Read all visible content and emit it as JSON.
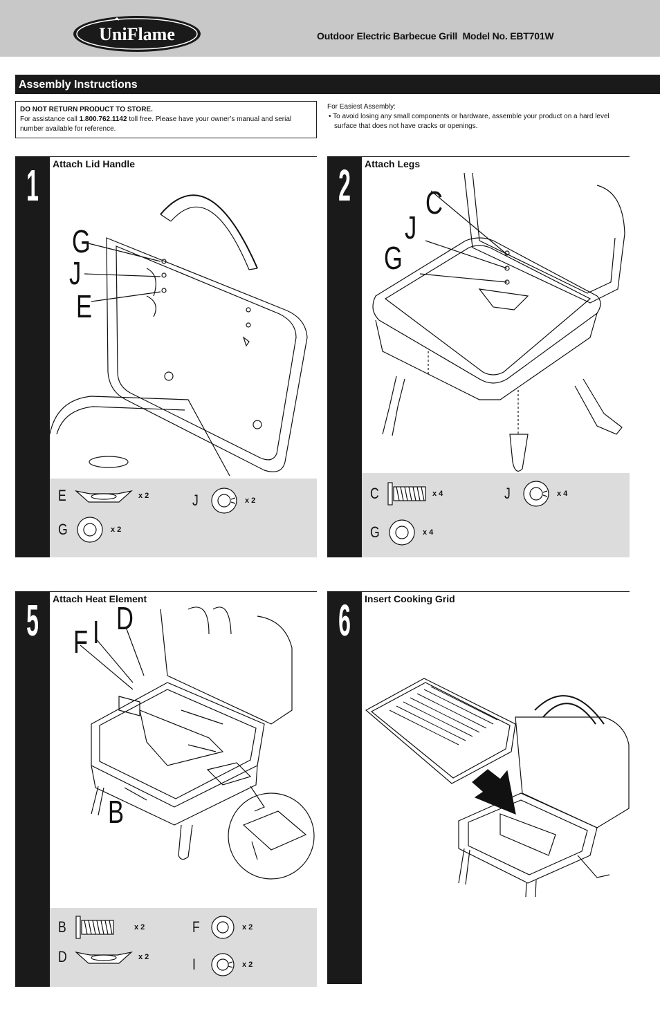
{
  "header": {
    "brand": "UniFlame",
    "title": "Outdoor Electric Barbecue Grill  Model No. EBT701W"
  },
  "section": {
    "title": "Assembly Instructions"
  },
  "notice": {
    "heading": "DO NOT RETURN PRODUCT TO STORE.",
    "line_pre": "For assistance call ",
    "phone": "1.800.762.1142",
    "line_post": " toll free. Please have your owner’s manual and serial number available for reference."
  },
  "easy": {
    "heading": "For Easiest Assembly:",
    "bullet": "• To avoid losing any small components or hardware, assemble your product on a hard level surface that does not have cracks or openings."
  },
  "steps": [
    {
      "number": "1",
      "title": "Attach Lid Handle",
      "callouts": [
        "G",
        "J",
        "E"
      ],
      "parts": [
        {
          "letter": "E",
          "qty": "x 2",
          "icon": "wing-nut-icon"
        },
        {
          "letter": "J",
          "qty": "x 2",
          "icon": "lock-washer-icon"
        },
        {
          "letter": "G",
          "qty": "x 2",
          "icon": "flat-washer-icon"
        }
      ]
    },
    {
      "number": "2",
      "title": "Attach Legs",
      "callouts": [
        "C",
        "J",
        "G"
      ],
      "parts": [
        {
          "letter": "C",
          "qty": "x 4",
          "icon": "bolt-icon"
        },
        {
          "letter": "J",
          "qty": "x 4",
          "icon": "lock-washer-icon"
        },
        {
          "letter": "G",
          "qty": "x 4",
          "icon": "flat-washer-icon"
        }
      ]
    },
    {
      "number": "5",
      "title": "Attach Heat Element",
      "callouts": [
        "D",
        "I",
        "F",
        "B"
      ],
      "parts": [
        {
          "letter": "B",
          "qty": "x 2",
          "icon": "bolt-icon"
        },
        {
          "letter": "F",
          "qty": "x 2",
          "icon": "flat-washer-icon"
        },
        {
          "letter": "D",
          "qty": "x 2",
          "icon": "wing-nut-icon"
        },
        {
          "letter": "I",
          "qty": "x 2",
          "icon": "lock-washer-icon"
        }
      ]
    },
    {
      "number": "6",
      "title": "Insert Cooking Grid",
      "callouts": [],
      "parts": []
    }
  ]
}
